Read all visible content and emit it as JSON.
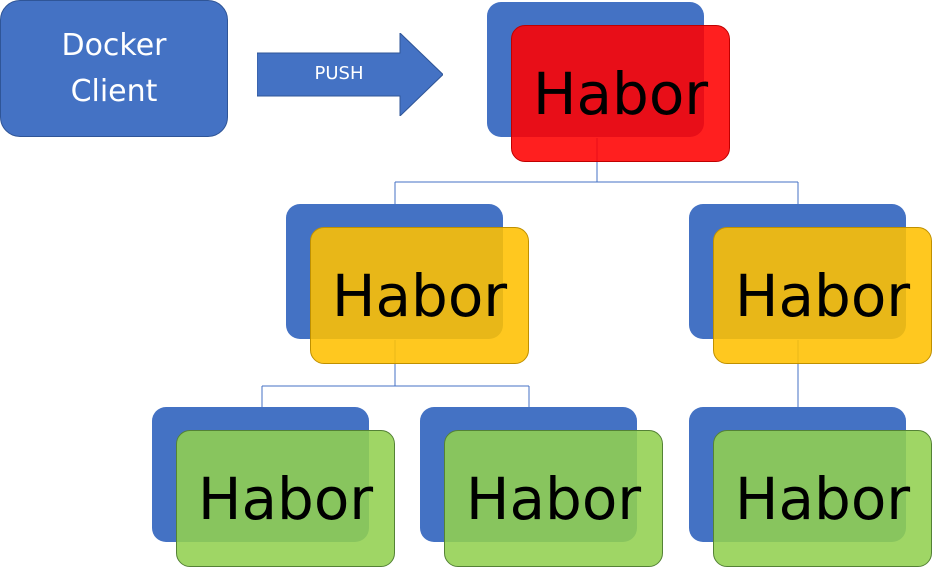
{
  "client": {
    "line1": "Docker",
    "line2": "Client"
  },
  "push_label": "PUSH",
  "nodes": {
    "root": {
      "label": "Habor",
      "color": "#ff0000"
    },
    "mid_left": {
      "label": "Habor",
      "color": "#ffc000"
    },
    "mid_right": {
      "label": "Habor",
      "color": "#ffc000"
    },
    "leaf_1": {
      "label": "Habor",
      "color": "#92d050"
    },
    "leaf_2": {
      "label": "Habor",
      "color": "#92d050"
    },
    "leaf_3": {
      "label": "Habor",
      "color": "#92d050"
    }
  },
  "colors": {
    "back_box": "#4472c4",
    "connector": "#4472c4"
  }
}
